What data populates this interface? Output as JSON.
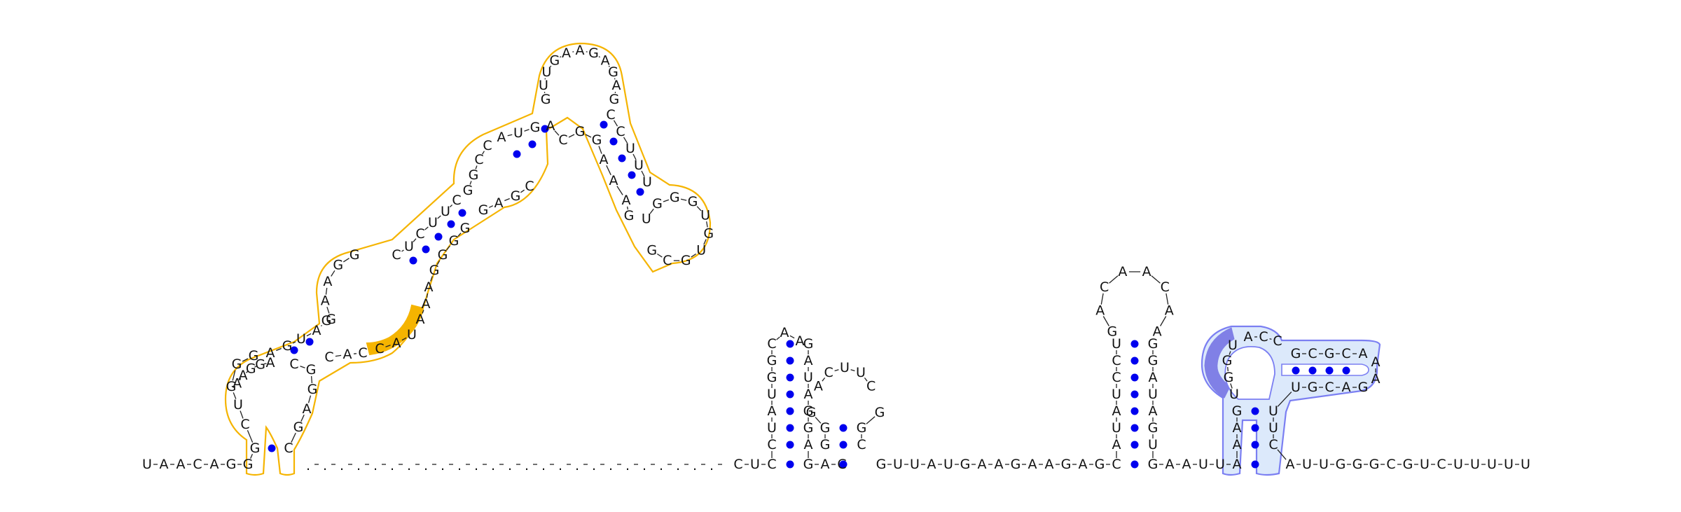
{
  "diagram": {
    "type": "RNA secondary structure",
    "colors": {
      "background": "#ffffff",
      "base_text": "#111111",
      "pair_dot": "#0000ee",
      "backbone": "#222222",
      "highlight_gold_outline": "#f5b400",
      "highlight_gold_fill": "#f5b400",
      "highlight_blue_outline": "#7b7ff2",
      "highlight_blue_fill": "#dce9fb",
      "highlight_blue_dark": "#8080e6"
    },
    "sequence_5prime": "UAACAGG",
    "gap_marker": ".",
    "helix_4_left": "CUC",
    "helix_5_mid": "GAC",
    "linker_a": "GUUAUGAAGAAGAGC",
    "linker_b": "GAAUUA",
    "sequence_3prime": "AUUGGGCGUCUUUUU",
    "hairpin_a": {
      "left": [
        "C",
        "U",
        "A",
        "U",
        "G",
        "G",
        "C"
      ],
      "loop": [
        "A",
        "A"
      ],
      "right": [
        "G",
        "A",
        "U",
        "A",
        "G",
        "G",
        "A"
      ]
    },
    "hairpin_b": {
      "left": [
        "G",
        "G",
        "G"
      ],
      "loop": [
        "A",
        "C",
        "U",
        "U",
        "C"
      ],
      "right": [
        "G",
        "G",
        "C"
      ]
    },
    "hairpin_c": {
      "left": [
        "A",
        "U",
        "A",
        "U",
        "C",
        "C",
        "U"
      ],
      "loop": [
        "G",
        "A",
        "C",
        "A",
        "A",
        "C",
        "A",
        "A"
      ],
      "right": [
        "G",
        "G",
        "A",
        "U",
        "A",
        "G",
        "U"
      ]
    },
    "blue_domain": {
      "stem_left": [
        "A",
        "A",
        "G"
      ],
      "stem_right": [
        "U",
        "U",
        "C"
      ],
      "loop_left": [
        "U",
        "G",
        "G",
        "U"
      ],
      "loop_top": [
        "A",
        "C",
        "C"
      ],
      "arm_top": [
        "G",
        "C",
        "G",
        "C",
        "A"
      ],
      "arm_tip": [
        "A",
        "A"
      ],
      "arm_bottom": [
        "G",
        "A",
        "C",
        "G",
        "U"
      ]
    },
    "gold_domain": {
      "stem_left": [
        "G",
        "C",
        "U",
        "G",
        "G",
        "G"
      ],
      "stem_right": [
        "C",
        "G",
        "A",
        "G",
        "G",
        "C"
      ],
      "loop_1": [
        "A",
        "A",
        "G",
        "G",
        "A"
      ],
      "upper_left": [
        "A",
        "G",
        "U",
        "A",
        "G"
      ],
      "upper_left_pair": [
        "C",
        "U",
        "C",
        "U",
        "U",
        "C"
      ],
      "upper_right": [
        "A",
        "A",
        "A",
        "G",
        "G",
        "G",
        "G"
      ],
      "gold_highlight": [
        "C",
        "A",
        "U"
      ],
      "bulge_pair_left": [
        "C",
        "A",
        "C"
      ],
      "loop_2": [
        "G",
        "A",
        "A",
        "G",
        "G"
      ],
      "stem_mid_left": [
        "G",
        "G",
        "C",
        "C"
      ],
      "stem_mid_right": [
        "G",
        "A",
        "G",
        "C"
      ],
      "loop_3": [
        "A",
        "U",
        "G"
      ],
      "apex_loop": [
        "G",
        "U",
        "U",
        "G",
        "A",
        "A",
        "G",
        "A",
        "G",
        "A",
        "G"
      ],
      "right_arm_left": [
        "A",
        "C",
        "G",
        "G",
        "A",
        "A",
        "A",
        "G"
      ],
      "right_arm_right": [
        "C",
        "C",
        "U",
        "U",
        "U"
      ],
      "terminal_loop": [
        "U",
        "G",
        "G",
        "G",
        "U",
        "G",
        "U",
        "G",
        "C",
        "G"
      ]
    }
  }
}
